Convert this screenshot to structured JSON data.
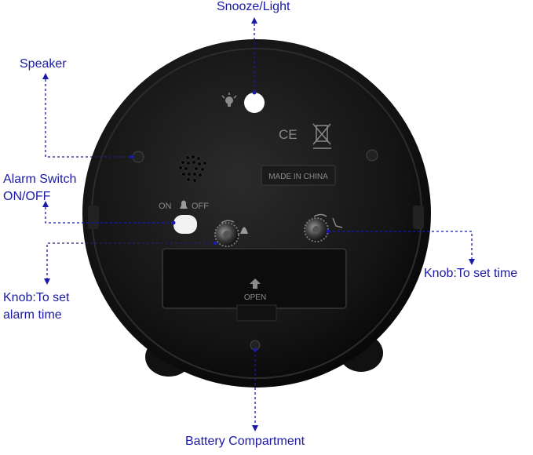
{
  "labels": {
    "snooze_light": "Snooze/Light",
    "speaker": "Speaker",
    "alarm_switch": [
      "Alarm Switch",
      "ON/OFF"
    ],
    "knob_alarm": [
      "Knob:To set",
      "alarm time"
    ],
    "knob_time": "Knob:To set time",
    "battery": "Battery Compartment"
  },
  "device": {
    "made_in": "MADE IN CHINA",
    "switch_on": "ON",
    "switch_off": "OFF",
    "ce_mark": "CE",
    "open": "OPEN"
  },
  "colors": {
    "annotation": "#1a1aa6",
    "clock_body": "#0e0e0e",
    "background": "#ffffff"
  }
}
